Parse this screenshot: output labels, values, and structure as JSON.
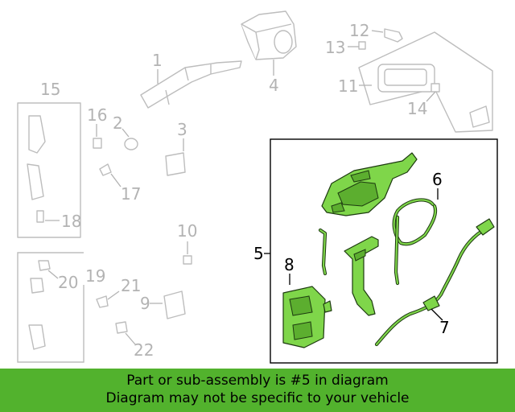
{
  "diagram": {
    "callouts": {
      "c1": "1",
      "c2": "2",
      "c3": "3",
      "c4": "4",
      "c5": "5",
      "c6": "6",
      "c7": "7",
      "c8": "8",
      "c9": "9",
      "c10": "10",
      "c11": "11",
      "c12": "12",
      "c13": "13",
      "c14": "14",
      "c15": "15",
      "c16": "16",
      "c17": "17",
      "c18": "18",
      "c19": "19",
      "c20": "20",
      "c21": "21",
      "c22": "22"
    },
    "highlighted_part": "5",
    "highlight_color": "#7fd64a",
    "inactive_color": "#bdbdbd"
  },
  "banner": {
    "line1": "Part or sub-assembly is #5 in diagram",
    "line2": "Diagram may not be specific to your vehicle",
    "background": "#52b22d"
  }
}
